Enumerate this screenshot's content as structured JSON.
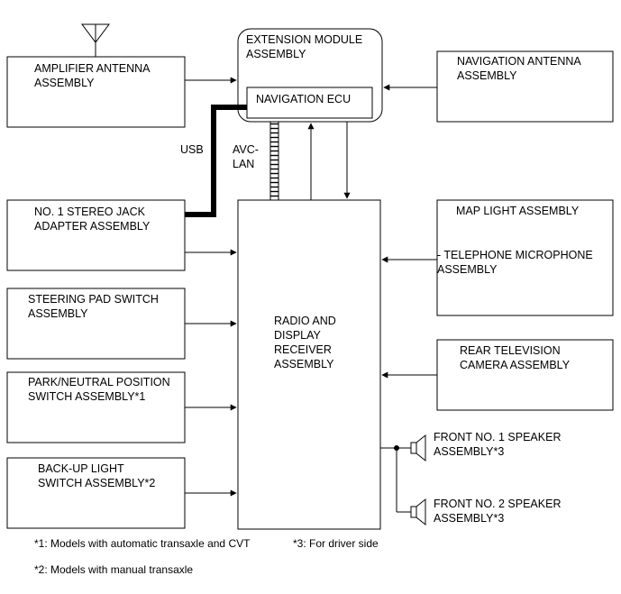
{
  "blocks": {
    "extension_module": "EXTENSION MODULE\nASSEMBLY",
    "navigation_ecu": "NAVIGATION ECU",
    "amplifier_antenna": "AMPLIFIER ANTENNA\nASSEMBLY",
    "navigation_antenna": "NAVIGATION ANTENNA\nASSEMBLY",
    "stereo_jack": "NO. 1 STEREO JACK\nADAPTER ASSEMBLY",
    "steering_pad": "STEERING PAD SWITCH\nASSEMBLY",
    "park_neutral": "PARK/NEUTRAL POSITION\nSWITCH ASSEMBLY*1",
    "backup_light": "BACK-UP LIGHT\nSWITCH ASSEMBLY*2",
    "radio": "RADIO AND\nDISPLAY\nRECEIVER\nASSEMBLY",
    "map_light": "MAP LIGHT ASSEMBLY",
    "telephone_mic": "- TELEPHONE MICROPHONE\nASSEMBLY",
    "rear_camera": "REAR TELEVISION\nCAMERA ASSEMBLY",
    "front_speaker_1": "FRONT NO. 1 SPEAKER\nASSEMBLY*3",
    "front_speaker_2": "FRONT NO. 2 SPEAKER\nASSEMBLY*3"
  },
  "connections": {
    "usb": "USB",
    "avc_lan": "AVC-\nLAN"
  },
  "notes": {
    "note_1": "*1: Models with automatic transaxle and CVT",
    "note_3": "*3: For driver side",
    "note_2": "*2: Models with manual transaxle"
  }
}
